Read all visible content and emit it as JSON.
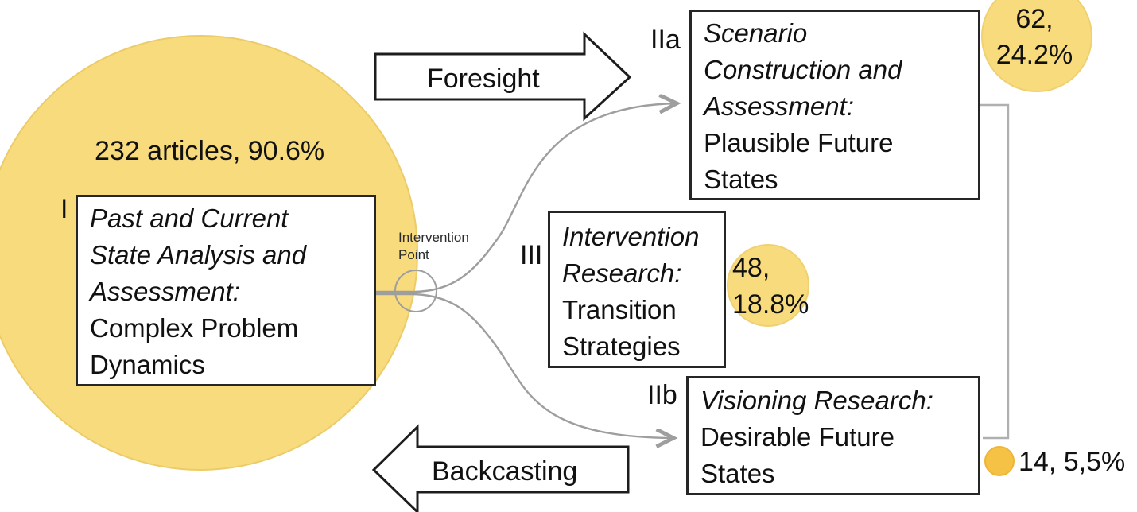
{
  "figure": {
    "type": "flow-diagram",
    "description": "Research types between past/current state analysis and future states with article counts shown as yellow circles"
  },
  "flow_arrows": {
    "foresight_label": "Foresight",
    "backcasting_label": "Backcasting"
  },
  "intervention_point": {
    "line1": "Intervention",
    "line2": "Point"
  },
  "nodes": {
    "I": {
      "label": "I",
      "title_italic": [
        "Past and Current",
        "State Analysis and",
        "Assessment:"
      ],
      "subtitle": [
        "Complex Problem",
        "Dynamics"
      ],
      "stat": "232 articles, 90.6%"
    },
    "IIa": {
      "label": "IIa",
      "title_italic": [
        "Scenario",
        "Construction and",
        "Assessment:"
      ],
      "subtitle": [
        "Plausible Future",
        "States"
      ],
      "stat_lines": [
        "62,",
        "24.2%"
      ]
    },
    "III": {
      "label": "III",
      "title_italic": [
        "Intervention",
        "Research:"
      ],
      "subtitle": [
        "Transition",
        "Strategies"
      ],
      "stat_lines": [
        "48,",
        "18.8%"
      ]
    },
    "IIb": {
      "label": "IIb",
      "title_italic": [
        "Visioning Research:"
      ],
      "subtitle": [
        "Desirable Future",
        "States"
      ],
      "stat": "14, 5,5%"
    }
  },
  "colors": {
    "circle_fill": "#F8DB7C",
    "small_circle_fill": "#F6C245",
    "connector_gray": "#9E9E9E",
    "box_border": "#262626"
  }
}
